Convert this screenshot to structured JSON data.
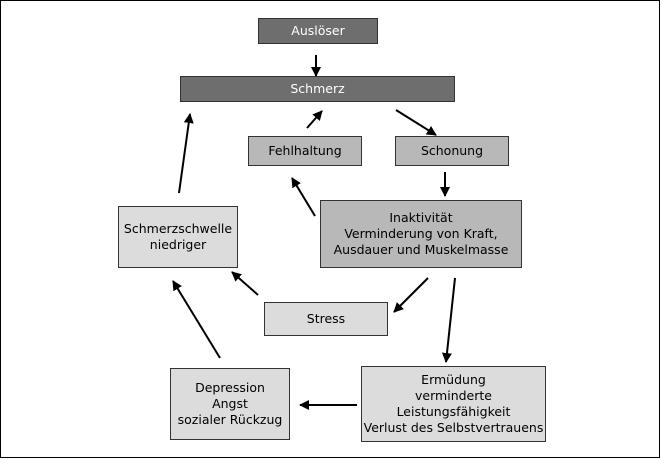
{
  "nodes": {
    "ausloeser": "Auslöser",
    "schmerz": "Schmerz",
    "fehlhaltung": "Fehlhaltung",
    "schonung": "Schonung",
    "inaktivitaet": "Inaktivität\nVerminderung von Kraft,\nAusdauer und Muskelmasse",
    "schmerzschwelle": "Schmerzschwelle\nniedriger",
    "stress": "Stress",
    "depression": "Depression\nAngst\nsozialer Rückzug",
    "ermuedung": "Ermüdung\nverminderte Leistungsfähigkeit\nVerlust des Selbstvertrauens"
  },
  "colors": {
    "dark": "#6e6e6e",
    "mid": "#b8b8b8",
    "light": "#dcdcdc",
    "arrow": "#000000"
  }
}
